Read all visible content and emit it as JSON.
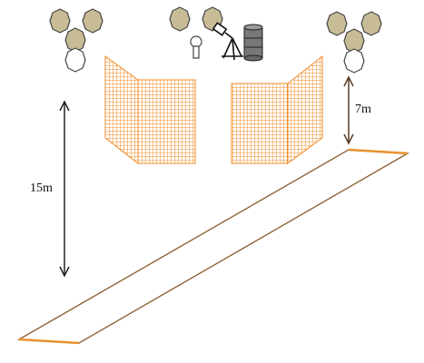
{
  "dimensions": {
    "left_distance": "15m",
    "right_distance": "7m"
  },
  "colors": {
    "fence_orange": "#F28C28",
    "tape_brown": "#8B5A2B",
    "tape_orange": "#E8922E",
    "tree_fill": "#C8BC96",
    "tree_stroke": "#444444",
    "arrow_left": "#222222",
    "arrow_right": "#5A3A22"
  },
  "icons": {
    "tree_clusters": "tree-cluster-icon",
    "keyhole": "keyhole-icon",
    "tripod": "tripod-icon",
    "barrel": "barrel-icon",
    "fence": "mesh-fence-panel",
    "runway": "measuring-tape-strip"
  }
}
